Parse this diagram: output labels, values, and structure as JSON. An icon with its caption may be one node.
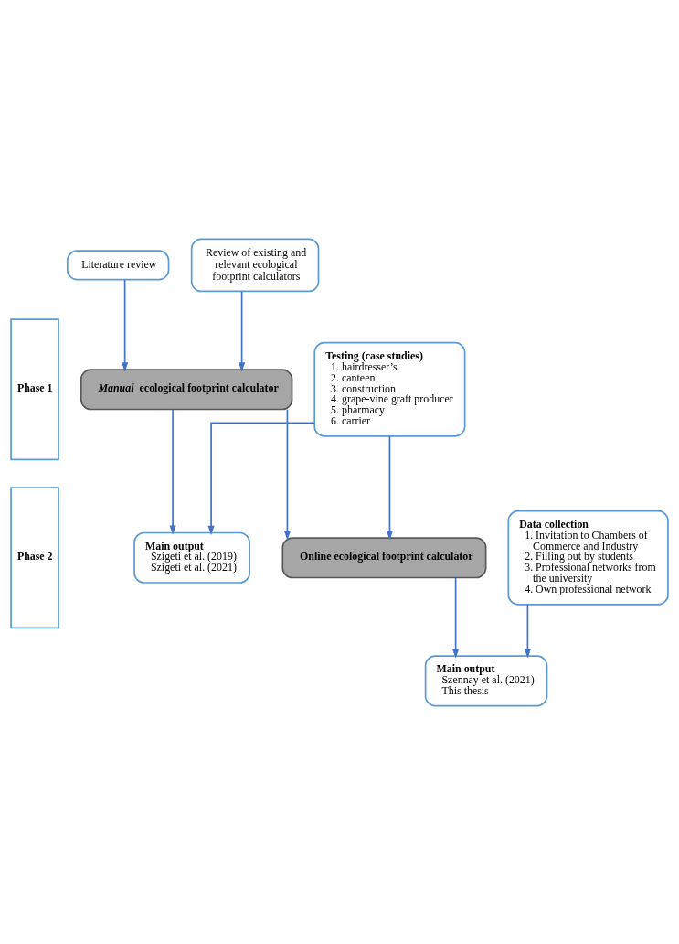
{
  "diagram": {
    "nodes": [
      {
        "text": [
          "Phase 1"
        ]
      },
      {
        "text": [
          "Literature review"
        ]
      },
      {
        "text": [
          "Review of existing and relevant ecological footprint calculators"
        ]
      },
      {
        "text": [
          "*Manual* ecological footprint calculator"
        ]
      },
      {
        "text": [
          "Testing (case studies)",
          "1. hairdresser’s",
          "2. canteen",
          "3. construction",
          "4. grape-vine graft producer",
          "5. pharmacy",
          "6. carrier"
        ]
      },
      {
        "text": [
          "Main output",
          "Szigeti et al. (2019)",
          "Szigeti et al. (2021)"
        ]
      },
      {
        "text": [
          "Phase 2"
        ]
      },
      {
        "text": [
          "Online ecological footprint calculator"
        ]
      },
      {
        "text": [
          "Data collection",
          "1. Invitation to Chambers of Commerce and Industry",
          "2. Filling out by students",
          "3. Professional networks from the university",
          "4. Own professional network"
        ]
      },
      {
        "text": [
          "Main output",
          "Szennay et al. (2021)",
          "This thesis"
        ]
      }
    ],
    "edges": [
      {
        "from": 1,
        "to": 3,
        "arrow": "to"
      },
      {
        "from": 2,
        "to": 3,
        "arrow": "to"
      },
      {
        "from": 3,
        "to": 5,
        "arrow": "to"
      },
      {
        "from": 4,
        "to": 5,
        "arrow": "to"
      },
      {
        "from": 3,
        "to": 7,
        "arrow": "to"
      },
      {
        "from": 4,
        "to": 7,
        "arrow": "to"
      },
      {
        "from": 7,
        "to": 9,
        "arrow": "to"
      },
      {
        "from": 8,
        "to": 9,
        "arrow": "to"
      }
    ]
  }
}
